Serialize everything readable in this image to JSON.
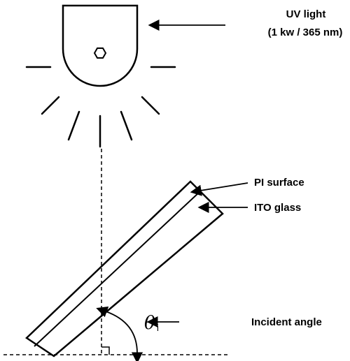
{
  "labels": {
    "uv_light_line1": "UV  light",
    "uv_light_line2": "(1 kw / 365 nm)",
    "pi_surface": "PI surface",
    "ito_glass": "ITO glass",
    "incident_angle": "Incident angle",
    "theta_symbol": "θ",
    "theta_subscript": "i"
  },
  "icons": {
    "lamp": "uv-lamp-icon",
    "bulb": "hexagon-bulb-icon"
  },
  "colors": {
    "stroke": "#000000",
    "background": "#ffffff"
  }
}
